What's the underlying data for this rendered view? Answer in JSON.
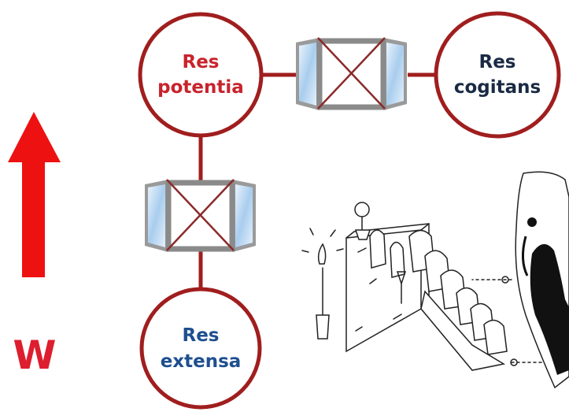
{
  "nodes": {
    "potentia": {
      "line1": "Res",
      "line2": "potentia",
      "color": "#c8232c"
    },
    "cogitans": {
      "line1": "Res",
      "line2": "cogitans",
      "color": "#1a2a44"
    },
    "extensa": {
      "line1": "Res",
      "line2": "extensa",
      "color": "#1e4f8f"
    }
  },
  "w_label": "W",
  "colors": {
    "ring": "#a01e1e",
    "arrow": "#ee1111",
    "w": "#dd1e2e",
    "window_frame": "#8a8a8a",
    "window_glass": "#cfe2f5",
    "cross": "#8b2a2a"
  },
  "icons": [
    "window-blocked-icon",
    "window-blocked-icon",
    "theater-audience-sketch",
    "upward-arrow-icon"
  ]
}
